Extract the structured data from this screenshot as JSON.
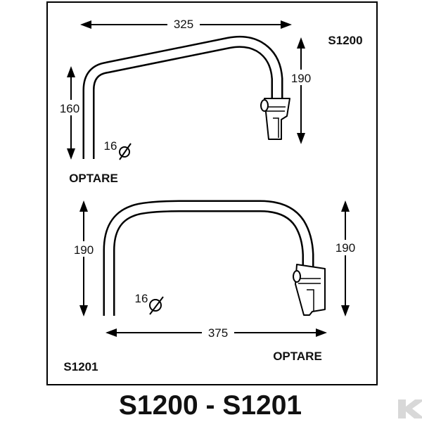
{
  "top_diagram": {
    "code": "S1200",
    "variant_label": "OPTARE",
    "width_dim": "325",
    "left_height_dim": "160",
    "right_height_dim": "190",
    "tube_diameter": "16"
  },
  "bottom_diagram": {
    "code": "S1201",
    "variant_label": "OPTARE",
    "width_dim": "375",
    "left_height_dim": "190",
    "right_height_dim": "190",
    "tube_diameter": "16"
  },
  "footer": {
    "title": "S1200 - S1201"
  },
  "colors": {
    "stroke": "#000000",
    "background": "#ffffff",
    "logo": "#d8d8d8"
  }
}
